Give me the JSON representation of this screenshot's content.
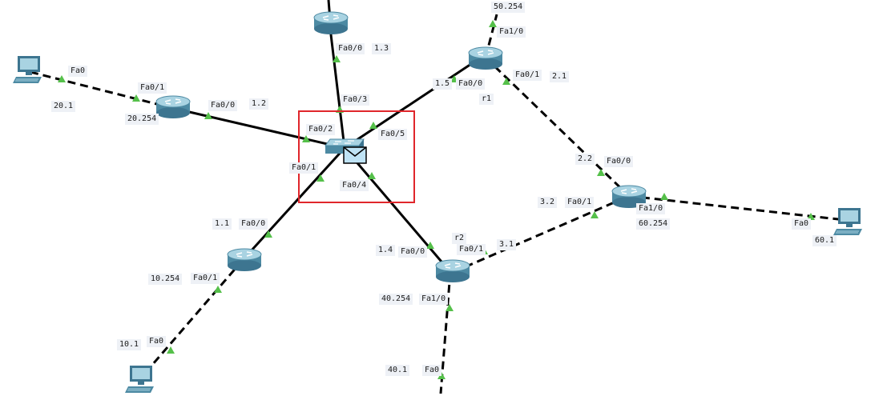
{
  "colors": {
    "link": "#000000",
    "port_indicator": "#55c04a",
    "selection": "#e0262b",
    "label_bg": "#eef1f6"
  },
  "devices": {
    "router_top": {
      "icon": "router-icon"
    },
    "r1": {
      "icon": "router-icon",
      "name": "r1"
    },
    "router_left": {
      "icon": "router-icon"
    },
    "router_bottom_left": {
      "icon": "router-icon"
    },
    "r2": {
      "icon": "router-icon",
      "name": "r2"
    },
    "router_right": {
      "icon": "router-icon"
    },
    "switch": {
      "icon": "switch-icon"
    },
    "pc_20": {
      "icon": "pc-icon"
    },
    "pc_10": {
      "icon": "pc-icon"
    },
    "pc_60": {
      "icon": "pc-icon"
    },
    "envelope": {
      "icon": "envelope-icon"
    }
  },
  "labels": {
    "pc20_fa0": "Fa0",
    "pc20_ip": "20.1",
    "left_fa01": "Fa0/1",
    "left_fa00": "Fa0/0",
    "left_ip": "20.254",
    "link_1_2": "1.2",
    "top_fa00": "Fa0/0",
    "top_1_3": "1.3",
    "sw_fa03": "Fa0/3",
    "sw_fa02": "Fa0/2",
    "sw_fa05": "Fa0/5",
    "sw_fa01": "Fa0/1",
    "sw_fa04": "Fa0/4",
    "r1_50": "50.254",
    "r1_fa10": "Fa1/0",
    "r1_fa01": "Fa0/1",
    "r1_21": "2.1",
    "r1_15": "1.5",
    "r1_fa00": "Fa0/0",
    "r1_name": "r1",
    "right_22": "2.2",
    "right_fa00": "Fa0/0",
    "right_32": "3.2",
    "right_fa01": "Fa0/1",
    "right_fa10": "Fa1/0",
    "right_ip": "60.254",
    "pc60_fa0": "Fa0",
    "pc60_ip": "60.1",
    "bl_11": "1.1",
    "bl_fa00": "Fa0/0",
    "bl_ip": "10.254",
    "bl_fa01": "Fa0/1",
    "pc10_ip": "10.1",
    "pc10_fa0": "Fa0",
    "r2_name": "r2",
    "r2_fa01": "Fa0/1",
    "r2_31": "3.1",
    "r2_14": "1.4",
    "r2_fa00": "Fa0/0",
    "r2_ip": "40.254",
    "r2_fa10": "Fa1/0",
    "bottom_ip": "40.1",
    "bottom_fa0": "Fa0"
  }
}
